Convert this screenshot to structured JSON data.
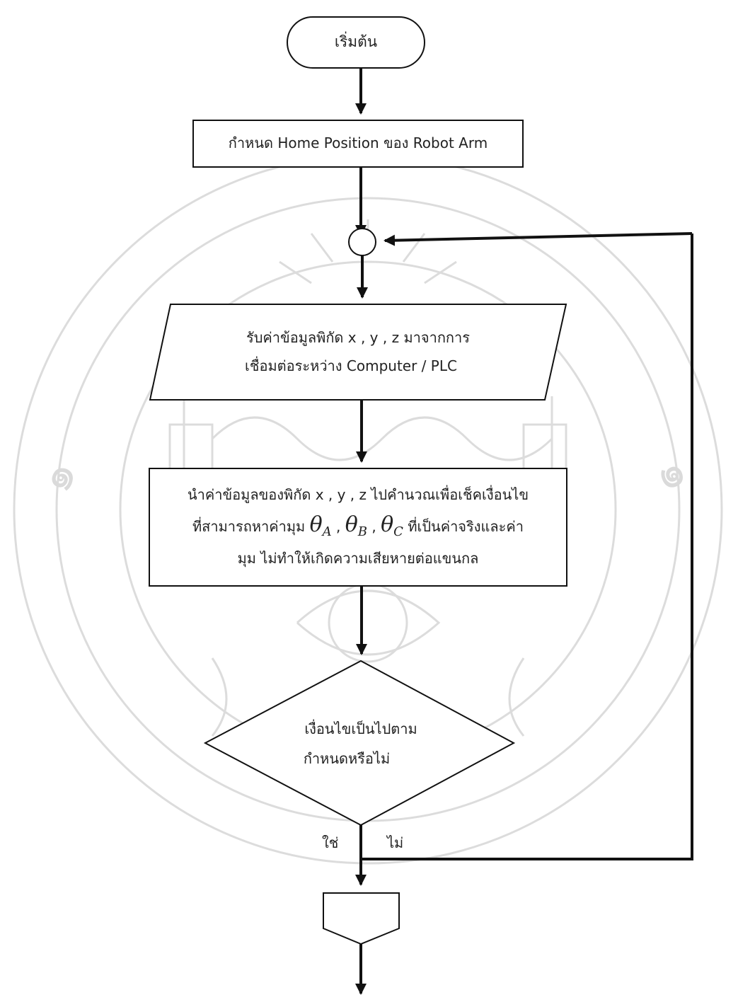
{
  "diagram": {
    "start": "เริ่มต้น",
    "set_home": "กำหนด Home Position ของ Robot Arm",
    "input_line1": "รับค่าข้อมูลพิกัด x , y , z มาจากการ",
    "input_line2": "เชื่อมต่อระหว่าง Computer / PLC",
    "process_line1": "นำค่าข้อมูลของพิกัด x , y , z ไปคำนวณเพื่อเช็คเงื่อนไข",
    "process_line2_pre": "ที่สามารถหาค่ามุม",
    "process_theta_a": "θ",
    "process_theta_a_sub": "A",
    "process_sep1": ",",
    "process_theta_b": "θ",
    "process_theta_b_sub": "B",
    "process_sep2": ",",
    "process_theta_c": "θ",
    "process_theta_c_sub": "C",
    "process_line2_post": "ที่เป็นค่าจริงและค่า",
    "process_line3": "มุม ไม่ทำให้เกิดความเสียหายต่อแขนกล",
    "decision_line1": "เงื่อนไขเป็นไปตาม",
    "decision_line2": "กำหนดหรือไม่",
    "yes_label": "ใช่",
    "no_label": "ไม่"
  },
  "colors": {
    "stroke": "#111111",
    "watermark": "#d9d9d9"
  }
}
